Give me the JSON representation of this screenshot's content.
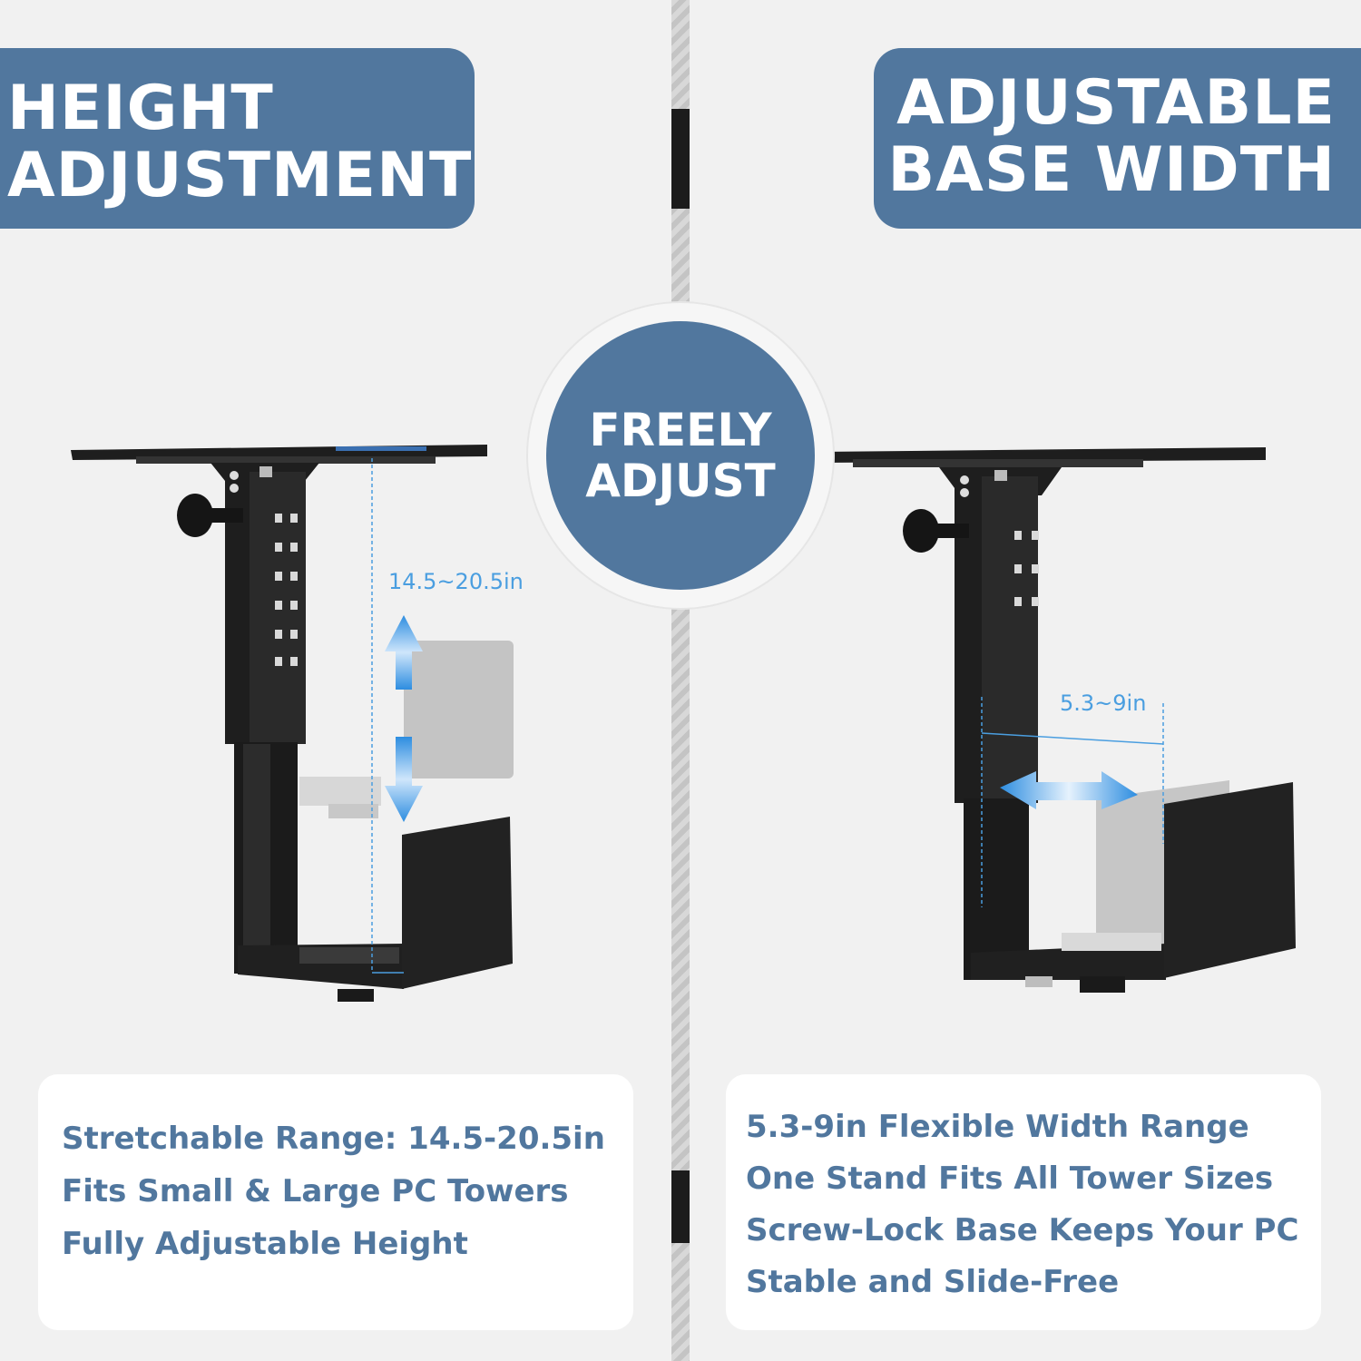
{
  "left_panel": {
    "heading": [
      "HEIGHT",
      "ADJUSTMENT"
    ],
    "measurement": "14.5~20.5in",
    "features": [
      "Stretchable Range: 14.5-20.5in",
      "Fits Small & Large PC Towers",
      "Fully Adjustable Height"
    ]
  },
  "center_badge": [
    "FREELY",
    "ADJUST"
  ],
  "right_panel": {
    "heading": [
      "ADJUSTABLE",
      "BASE WIDTH"
    ],
    "measurement": "5.3~9in",
    "features": [
      "5.3-9in Flexible Width Range",
      "One Stand Fits All Tower Sizes",
      "Screw-Lock Base Keeps Your PC",
      "Stable and Slide-Free"
    ]
  },
  "colors": {
    "accent_blue": "#51779e",
    "measure_blue": "#4a9ee0",
    "stand_black": "#1e1e1e",
    "background": "#f1f1f1"
  }
}
